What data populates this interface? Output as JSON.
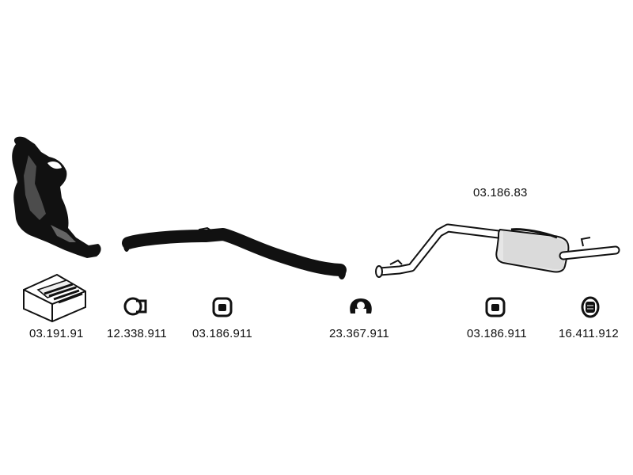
{
  "parts": {
    "catalytic_converter": {
      "icon": "catalytic-converter-icon"
    },
    "front_pipe": {
      "icon": "front-pipe-icon"
    },
    "rear_silencer": {
      "number": "03.186.83",
      "icon": "rear-silencer-icon"
    },
    "mounting_kit": {
      "number": "03.191.91",
      "icon": "mounting-kit-icon"
    },
    "clamp": {
      "number": "12.338.911",
      "icon": "clamp-icon"
    },
    "rubber_mount_1": {
      "number": "03.186.911",
      "icon": "rubber-mount-icon"
    },
    "gasket_clamp": {
      "number": "23.367.911",
      "icon": "gasket-clamp-icon"
    },
    "rubber_mount_2": {
      "number": "03.186.911",
      "icon": "rubber-mount-icon"
    },
    "rubber_ring": {
      "number": "16.411.912",
      "icon": "rubber-ring-icon"
    }
  },
  "colors": {
    "ink": "#111111",
    "fill": "#ffffff",
    "shade": "#d8d8d8"
  }
}
